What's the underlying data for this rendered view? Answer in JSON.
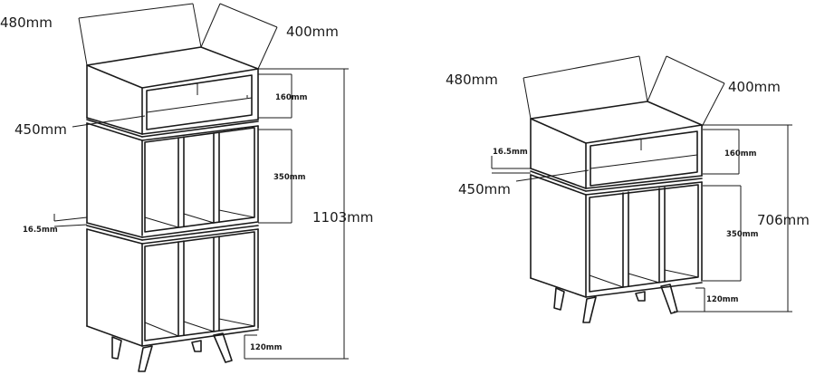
{
  "left_unit": {
    "width": "480mm",
    "depth": "400mm",
    "inner_width": "450mm",
    "top_compartment": "160mm",
    "cube_compartment": "350mm",
    "total_height": "1103mm",
    "board": "16.5mm",
    "leg_height": "120mm"
  },
  "right_unit": {
    "width": "480mm",
    "depth": "400mm",
    "inner_width": "450mm",
    "board": "16.5mm",
    "top_compartment": "160mm",
    "cube_compartment": "350mm",
    "total_height": "706mm",
    "leg_height": "120mm"
  }
}
